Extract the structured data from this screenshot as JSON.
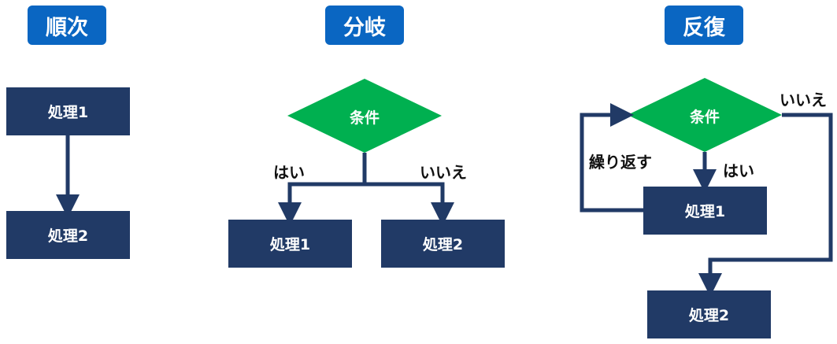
{
  "colors": {
    "tag": "#0a66c2",
    "box": "#213a66",
    "diamond": "#00b050",
    "line": "#213a66"
  },
  "sequence": {
    "title": "順次",
    "step1": "処理1",
    "step2": "処理2"
  },
  "branch": {
    "title": "分岐",
    "condition": "条件",
    "yes": "はい",
    "no": "いいえ",
    "step1": "処理1",
    "step2": "処理2"
  },
  "loop": {
    "title": "反復",
    "condition": "条件",
    "yes": "はい",
    "no": "いいえ",
    "repeat": "繰り返す",
    "step1": "処理1",
    "step2": "処理2"
  }
}
